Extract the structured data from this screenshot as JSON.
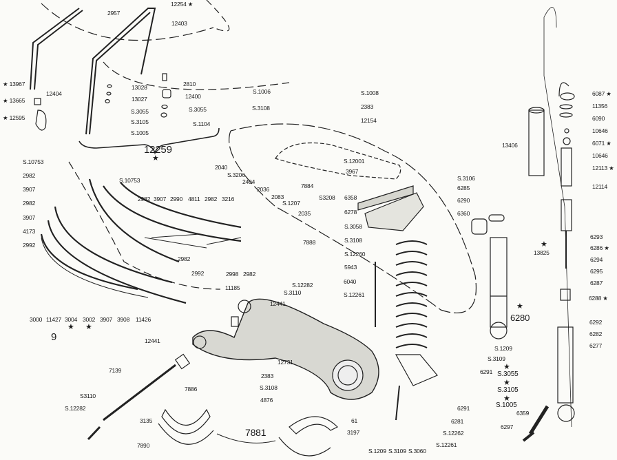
{
  "diagram_title": "9",
  "assembly_label": "12259",
  "labels": [
    "12254 ★",
    "2957",
    "12403",
    "2810",
    "13028",
    "12400",
    "13027",
    "★ 13967",
    "12404",
    "★ 13665",
    "★ 12595",
    "S.3055",
    "S.3055",
    "S.3105",
    "S.1104",
    "S.1005",
    "S.1006",
    "S.3108",
    "S.1008",
    "2383",
    "12154",
    "S.12001",
    "3967",
    "2040",
    "S.3206",
    "2404",
    "2036",
    "2083",
    "S.1207",
    "2035",
    "7884",
    "S3208",
    "7888",
    "6358",
    "6278",
    "S.3058",
    "S.3108",
    "S.12260",
    "5943",
    "S.3106",
    "6285",
    "6290",
    "6360",
    "13406",
    "6087 ★",
    "11356",
    "6090",
    "10646",
    "6071 ★",
    "10646",
    "12113 ★",
    "12114",
    "6293",
    "6286 ★",
    "6294",
    "6295",
    "6287",
    "6288 ★",
    "6292",
    "6282",
    "6277",
    "13825",
    "6280",
    "S.10753",
    "2982",
    "3907",
    "2982",
    "3907",
    "4173",
    "2992",
    "S.10753",
    "2982",
    "3907",
    "2990",
    "4811",
    "2982",
    "3216",
    "2982",
    "2992",
    "2998",
    "2982",
    "3000",
    "11427",
    "3004",
    "3002",
    "3907",
    "3908",
    "11426",
    "11185",
    "S.12282",
    "S.3110",
    "12441",
    "12441",
    "7139",
    "S3110",
    "S.12282",
    "7886",
    "3135",
    "7890",
    "12731",
    "2383",
    "S.3108",
    "4876",
    "7881",
    "6040",
    "S.12261",
    "61",
    "3197",
    "S.1209",
    "S.3109",
    "S.3060",
    "S.12261",
    "S.12262",
    "6281",
    "6291",
    "S.1209",
    "S.3109",
    "6291",
    "S.3055",
    "S.3105",
    "S.1005",
    "6359",
    "6297"
  ]
}
